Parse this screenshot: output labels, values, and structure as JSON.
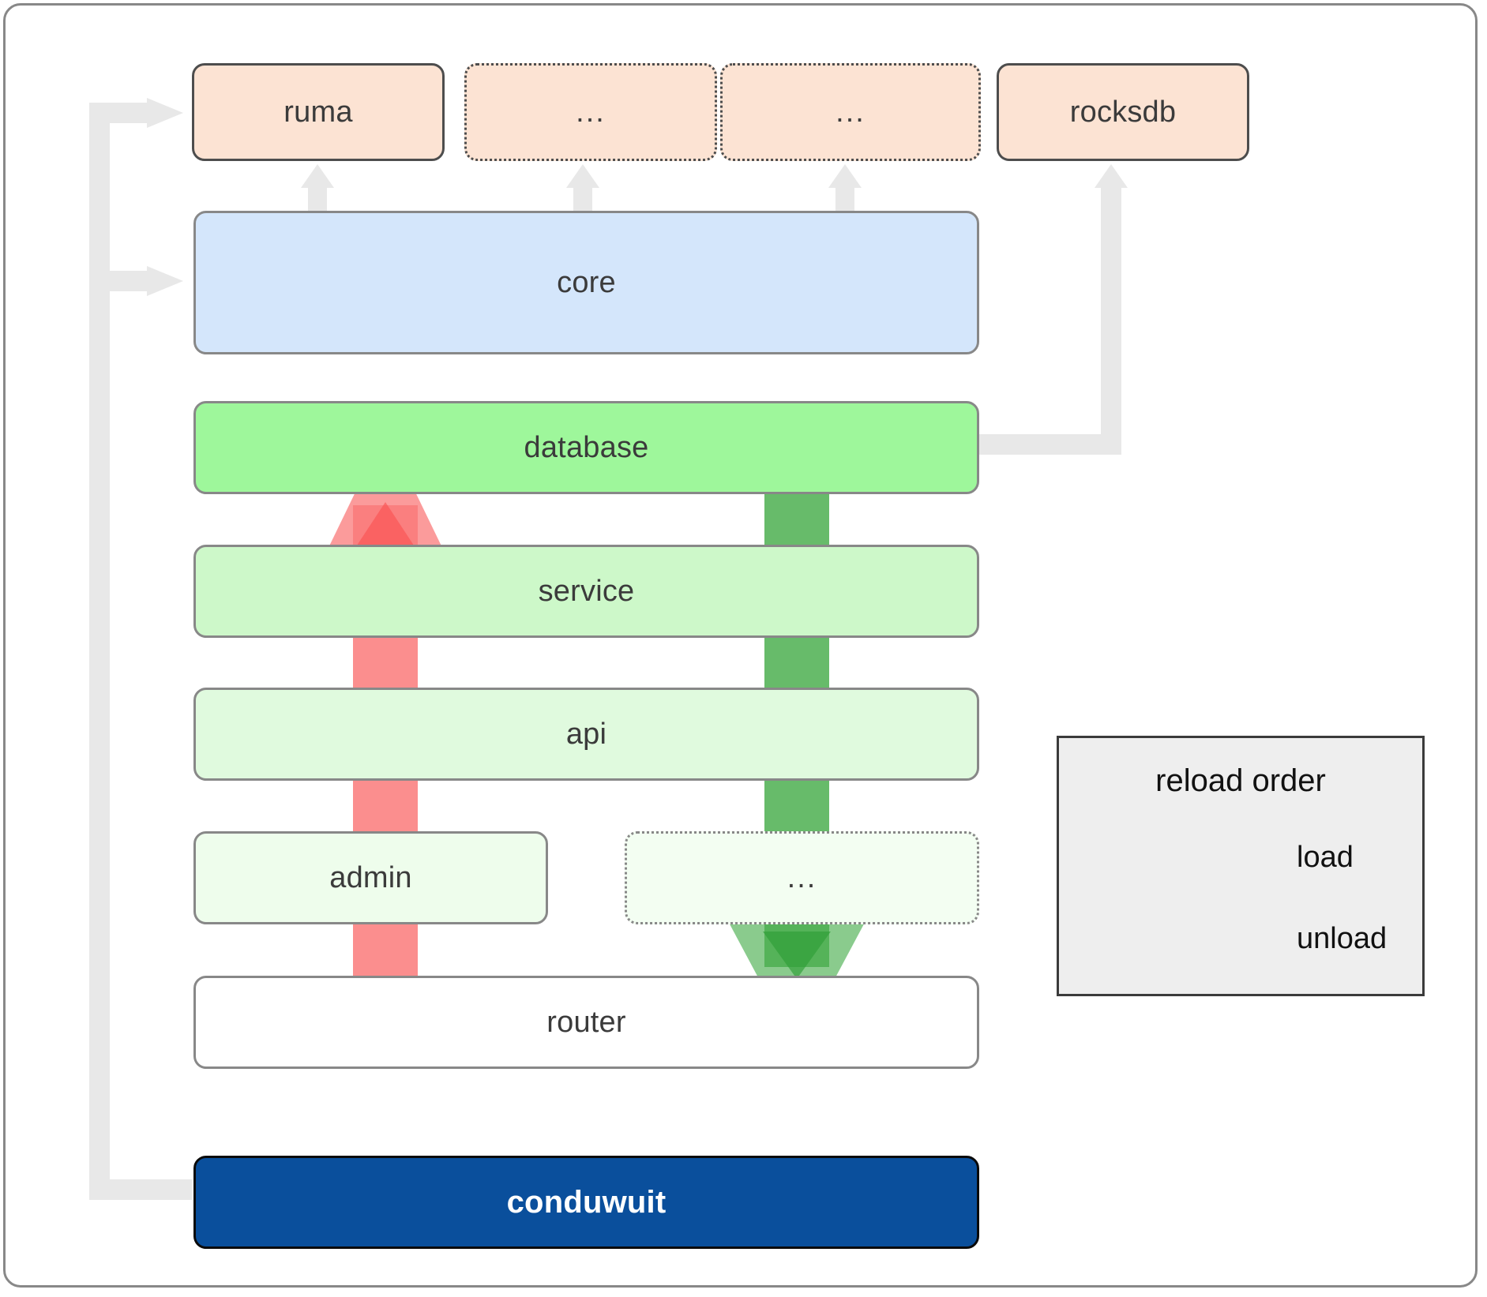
{
  "diagram": {
    "title": "conduwuit crate layer / reload order diagram",
    "colors": {
      "dependency_fill": "#fce3d3",
      "dependency_stroke": "#4d4d4d",
      "core_fill": "#d4e6fb",
      "layer_stroke": "#888888",
      "root_fill": "#0a4f9c",
      "root_text": "#ffffff",
      "connector": "#e8e8e8",
      "load_arrow": "#4caf50",
      "unload_arrow": "#fa7a7a",
      "legend_fill": "#eeeeee",
      "legend_stroke": "#3b3b3b",
      "text": "#3b3b3b"
    }
  },
  "dependencies": [
    {
      "label": "ruma",
      "style": "solid"
    },
    {
      "label": "...",
      "style": "dotted"
    },
    {
      "label": "...",
      "style": "dotted"
    },
    {
      "label": "rocksdb",
      "style": "solid"
    }
  ],
  "core": {
    "label": "core"
  },
  "layers": [
    {
      "label": "database",
      "fill": "#9ef79b",
      "style": "solid"
    },
    {
      "label": "service",
      "fill": "#cdf8c9",
      "style": "solid"
    },
    {
      "label": "api",
      "fill": "#e0fade",
      "style": "solid"
    }
  ],
  "bottom_layers": [
    {
      "label": "admin",
      "fill": "#eefdec",
      "style": "solid"
    },
    {
      "label": "...",
      "fill": "#f3fef2",
      "style": "dotted"
    }
  ],
  "router": {
    "label": "router",
    "fill": "#ffffff"
  },
  "root": {
    "label": "conduwuit"
  },
  "legend": {
    "title": "reload order",
    "items": [
      {
        "label": "load",
        "color": "#4caf50"
      },
      {
        "label": "unload",
        "color": "#fa7a7a"
      }
    ]
  }
}
